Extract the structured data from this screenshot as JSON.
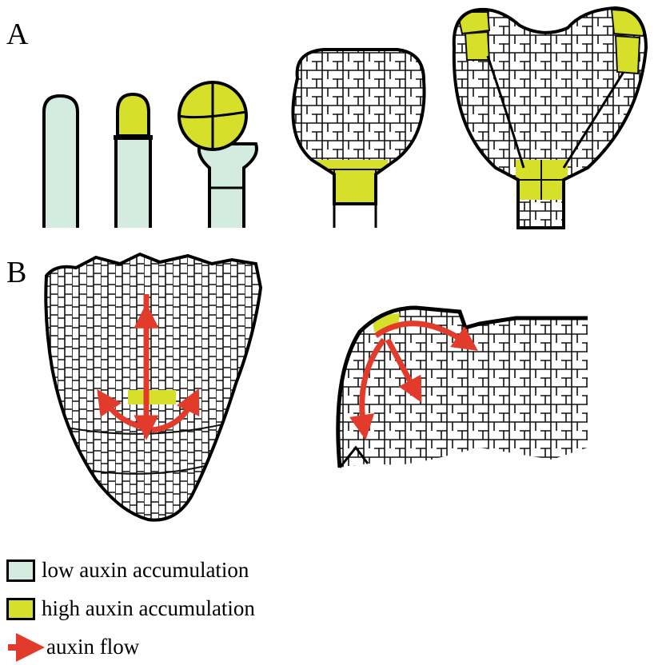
{
  "panels": {
    "a": "A",
    "b": "B"
  },
  "colors": {
    "low": "#d4ebe0",
    "high": "#d6df2a",
    "flow": "#e23b2b",
    "outline": "#000000",
    "cell_wall": "#111111"
  },
  "legend": {
    "low": {
      "label": "low auxin accumulation",
      "color_key": "low"
    },
    "high": {
      "label": "high auxin accumulation",
      "color_key": "high"
    },
    "flow": {
      "label": "auxin flow",
      "color_key": "flow",
      "icon": "red-arrow-icon"
    }
  }
}
